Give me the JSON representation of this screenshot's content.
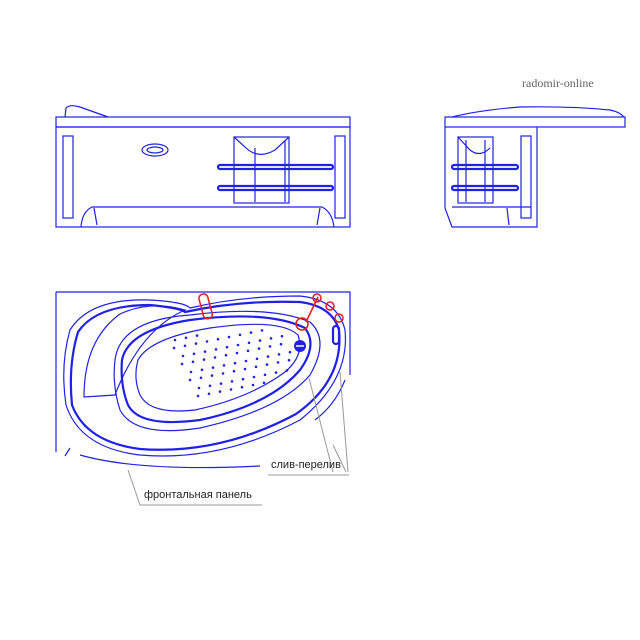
{
  "watermark": "radomir-online",
  "labels": {
    "drain_overflow": "слив-перелив",
    "front_panel": "фронтальная панель"
  },
  "colors": {
    "outline": "#2020e8",
    "fittings": "#e82020",
    "leader": "#999999"
  }
}
